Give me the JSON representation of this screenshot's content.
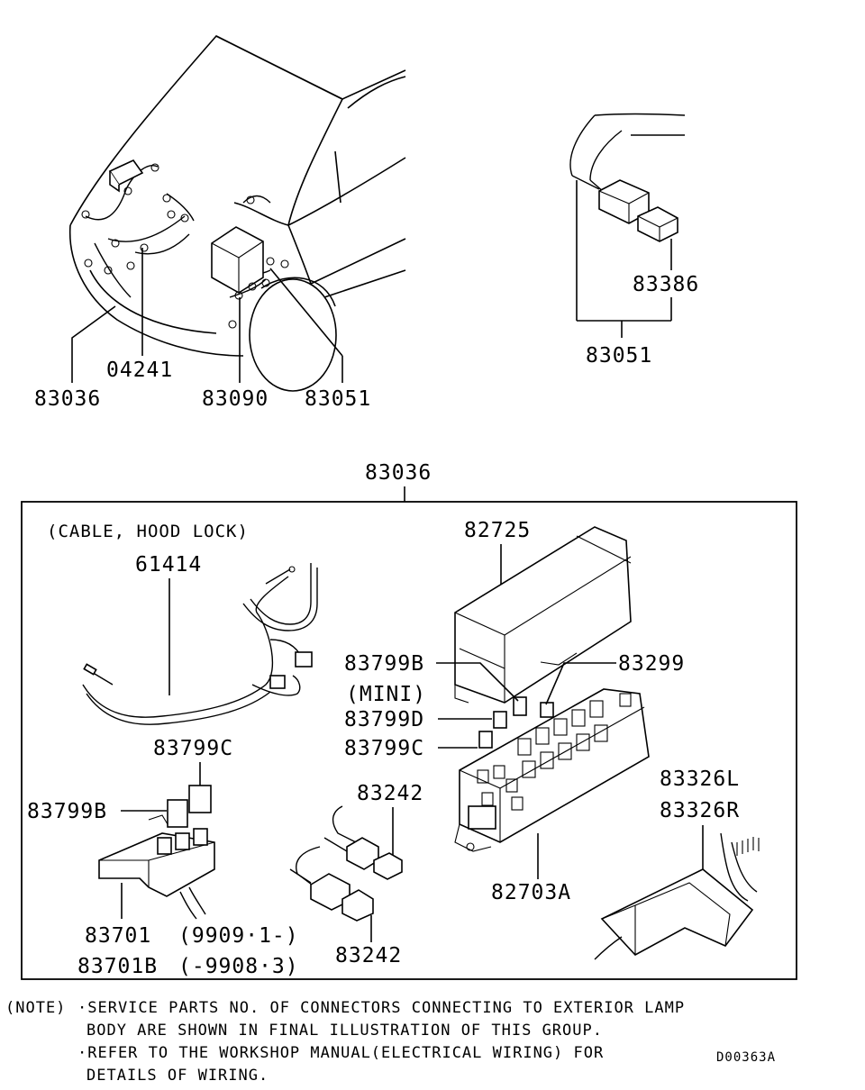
{
  "top_callouts": {
    "c83036": "83036",
    "c04241": "04241",
    "c83090": "83090",
    "c83051": "83051"
  },
  "inset_callouts": {
    "c83386": "83386",
    "c83051": "83051"
  },
  "box_title": "83036",
  "box_callouts": {
    "cable_caption": "(CABLE, HOOD LOCK)",
    "c61414": "61414",
    "c82725": "82725",
    "c83799B_top": "83799B",
    "mini": "(MINI)",
    "c83299": "83299",
    "c83799D": "83799D",
    "c83799C_right": "83799C",
    "c83799C_left": "83799C",
    "c83799B_left": "83799B",
    "c83242_top": "83242",
    "c83242_bottom": "83242",
    "c83326L": "83326L",
    "c83326R": "83326R",
    "c82703A": "82703A",
    "c83701": "83701",
    "c83701_range": "(9909·1-)",
    "c83701B": "83701B",
    "c83701B_range": "(-9908·3)"
  },
  "note": {
    "prefix": "(NOTE)",
    "line1": "·SERVICE PARTS NO. OF CONNECTORS CONNECTING TO EXTERIOR LAMP",
    "line2": "BODY ARE SHOWN IN FINAL ILLUSTRATION OF THIS GROUP.",
    "line3": "·REFER TO THE WORKSHOP MANUAL(ELECTRICAL WIRING) FOR",
    "line4": "DETAILS OF WIRING."
  },
  "drawing_code": "D00363A"
}
